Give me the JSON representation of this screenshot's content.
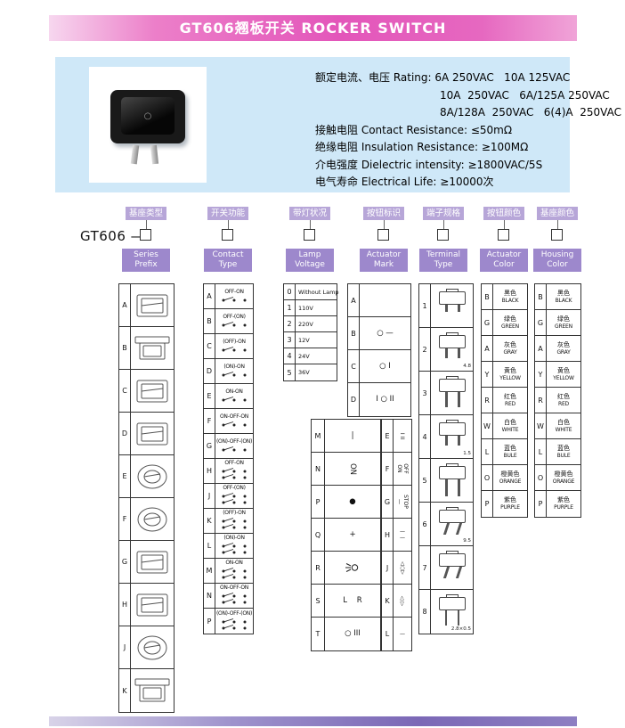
{
  "banner": {
    "title": "GT606翘板开关 ROCKER SWITCH"
  },
  "product": {
    "rocker_mark": "○"
  },
  "specs": {
    "rating_label": "额定电流、电压 Rating:",
    "rating_lines": [
      "6A 250VAC   10A 125VAC",
      "10A  250VAC   6A/125A 250VAC",
      "8A/128A  250VAC   6(4)A  250VAC"
    ],
    "items": [
      {
        "label": "接触电阻 Contact Resistance:",
        "value": "≤50mΩ"
      },
      {
        "label": "绝缘电阻 Insulation Resistance:",
        "value": "≥100MΩ"
      },
      {
        "label": "介电强度 Dielectric intensity:",
        "value": "≥1800VAC/5S"
      },
      {
        "label": "电气寿命 Electrical Life:",
        "value": "≥10000次"
      }
    ]
  },
  "ordering": {
    "model_display": "GT606 —",
    "categories": [
      {
        "cn": "基座类型",
        "en": [
          "Series",
          "Prefix"
        ]
      },
      {
        "cn": "开关功能",
        "en": [
          "Contact",
          "Type"
        ]
      },
      {
        "cn": "带灯状况",
        "en": [
          "Lamp",
          "Voltage"
        ]
      },
      {
        "cn": "按钮标识",
        "en": [
          "Actuator",
          "Mark"
        ]
      },
      {
        "cn": "端子规格",
        "en": [
          "Terminal",
          "Type"
        ]
      },
      {
        "cn": "按钮颜色",
        "en": [
          "Actuator",
          "Color"
        ]
      },
      {
        "cn": "基座颜色",
        "en": [
          "Housing",
          "Color"
        ]
      }
    ]
  },
  "series_prefix": {
    "rows": [
      {
        "code": "A",
        "shape": "rect"
      },
      {
        "code": "B",
        "shape": "flange"
      },
      {
        "code": "C",
        "shape": "rect"
      },
      {
        "code": "D",
        "shape": "rect"
      },
      {
        "code": "E",
        "shape": "round"
      },
      {
        "code": "F",
        "shape": "round"
      },
      {
        "code": "G",
        "shape": "rect"
      },
      {
        "code": "H",
        "shape": "rect"
      },
      {
        "code": "J",
        "shape": "round"
      },
      {
        "code": "K",
        "shape": "flange"
      }
    ]
  },
  "contact_type": {
    "rows": [
      {
        "code": "A",
        "label": "OFF-ON",
        "poles": 1
      },
      {
        "code": "B",
        "label": "OFF-(ON)",
        "poles": 1
      },
      {
        "code": "C",
        "label": "(OFF)-ON",
        "poles": 1
      },
      {
        "code": "D",
        "label": "(ON)-ON",
        "poles": 1
      },
      {
        "code": "E",
        "label": "ON-ON",
        "poles": 1
      },
      {
        "code": "F",
        "label": "ON-OFF-ON",
        "poles": 1
      },
      {
        "code": "G",
        "label": "(ON)-OFF-(ON)",
        "poles": 1
      },
      {
        "code": "H",
        "label": "OFF-ON",
        "poles": 2
      },
      {
        "code": "J",
        "label": "OFF-(ON)",
        "poles": 2
      },
      {
        "code": "K",
        "label": "(OFF)-ON",
        "poles": 2
      },
      {
        "code": "L",
        "label": "(ON)-ON",
        "poles": 2
      },
      {
        "code": "M",
        "label": "ON-ON",
        "poles": 2
      },
      {
        "code": "N",
        "label": "ON-OFF-ON",
        "poles": 2
      },
      {
        "code": "P",
        "label": "(ON)-OFF-(ON)",
        "poles": 2
      }
    ]
  },
  "lamp_voltage": {
    "rows": [
      {
        "code": "0",
        "label": "Without Lamp"
      },
      {
        "code": "1",
        "label": "110V"
      },
      {
        "code": "2",
        "label": "220V"
      },
      {
        "code": "3",
        "label": "12V"
      },
      {
        "code": "4",
        "label": "24V"
      },
      {
        "code": "5",
        "label": "36V"
      }
    ]
  },
  "actuator_mark": {
    "top": [
      {
        "code": "A",
        "lines": []
      },
      {
        "code": "B",
        "lines": [
          "○ —"
        ]
      },
      {
        "code": "C",
        "lines": [
          "○ I"
        ]
      },
      {
        "code": "D",
        "lines": [
          "I ○ II"
        ]
      }
    ],
    "left": [
      {
        "code": "M",
        "lines": [
          "|"
        ]
      },
      {
        "code": "N",
        "lines": [
          "ON"
        ],
        "rot": true
      },
      {
        "code": "P",
        "lines": [
          "●"
        ]
      },
      {
        "code": "Q",
        "lines": [
          "+"
        ]
      },
      {
        "code": "R",
        "lines": [],
        "icon": "lamp-icon"
      },
      {
        "code": "S",
        "lines": [
          "L    R"
        ]
      },
      {
        "code": "T",
        "lines": [
          "○ III"
        ]
      }
    ],
    "right": [
      {
        "code": "E",
        "lines": [
          "I II"
        ],
        "rot": true
      },
      {
        "code": "F",
        "lines": [
          "OFF",
          "ON"
        ],
        "rot": true
      },
      {
        "code": "G",
        "lines": [
          "STOP",
          "—"
        ],
        "rot": true
      },
      {
        "code": "H",
        "lines": [
          "—",
          "—"
        ]
      },
      {
        "code": "J",
        "lines": [
          "◁○▷"
        ],
        "rot": true
      },
      {
        "code": "K",
        "lines": [
          "◁ ▷"
        ],
        "rot": true
      },
      {
        "code": "L",
        "lines": [
          "—"
        ]
      }
    ]
  },
  "terminal_type": {
    "rows": [
      {
        "code": "1",
        "variant": "v1",
        "dim": ""
      },
      {
        "code": "2",
        "variant": "v2",
        "dim": "4.8"
      },
      {
        "code": "3",
        "variant": "v3",
        "dim": ""
      },
      {
        "code": "4",
        "variant": "v2",
        "dim": "1.5"
      },
      {
        "code": "5",
        "variant": "v5",
        "dim": ""
      },
      {
        "code": "6",
        "variant": "v6",
        "dim": "9.5"
      },
      {
        "code": "7",
        "variant": "v6",
        "dim": ""
      },
      {
        "code": "8",
        "variant": "v8",
        "dim": "2.8×0.5"
      }
    ]
  },
  "actuator_color": {
    "rows": [
      {
        "code": "B",
        "cn": "黑色",
        "en": "BLACK"
      },
      {
        "code": "G",
        "cn": "绿色",
        "en": "GREEN"
      },
      {
        "code": "A",
        "cn": "灰色",
        "en": "GRAY"
      },
      {
        "code": "Y",
        "cn": "黄色",
        "en": "YELLOW"
      },
      {
        "code": "R",
        "cn": "红色",
        "en": "RED"
      },
      {
        "code": "W",
        "cn": "白色",
        "en": "WHITE"
      },
      {
        "code": "L",
        "cn": "蓝色",
        "en": "BULE"
      },
      {
        "code": "O",
        "cn": "橙黄色",
        "en": "ORANGE"
      },
      {
        "code": "P",
        "cn": "紫色",
        "en": "PURPLE"
      }
    ]
  },
  "housing_color": {
    "rows": [
      {
        "code": "B",
        "cn": "黑色",
        "en": "BLACK"
      },
      {
        "code": "G",
        "cn": "绿色",
        "en": "GREEN"
      },
      {
        "code": "A",
        "cn": "灰色",
        "en": "GRAY"
      },
      {
        "code": "Y",
        "cn": "黄色",
        "en": "YELLOW"
      },
      {
        "code": "R",
        "cn": "红色",
        "en": "RED"
      },
      {
        "code": "W",
        "cn": "白色",
        "en": "WHITE"
      },
      {
        "code": "L",
        "cn": "蓝色",
        "en": "BULE"
      },
      {
        "code": "O",
        "cn": "橙黄色",
        "en": "ORANGE"
      },
      {
        "code": "P",
        "cn": "紫色",
        "en": "PURPLE"
      }
    ]
  },
  "colors": {
    "banner_pink": "#e356ba",
    "badge_purple": "#9d88cc",
    "badge_purple_light": "#b7a6d8",
    "spec_blue": "#cfe8f8",
    "footer_purple": "#7b68b6"
  }
}
